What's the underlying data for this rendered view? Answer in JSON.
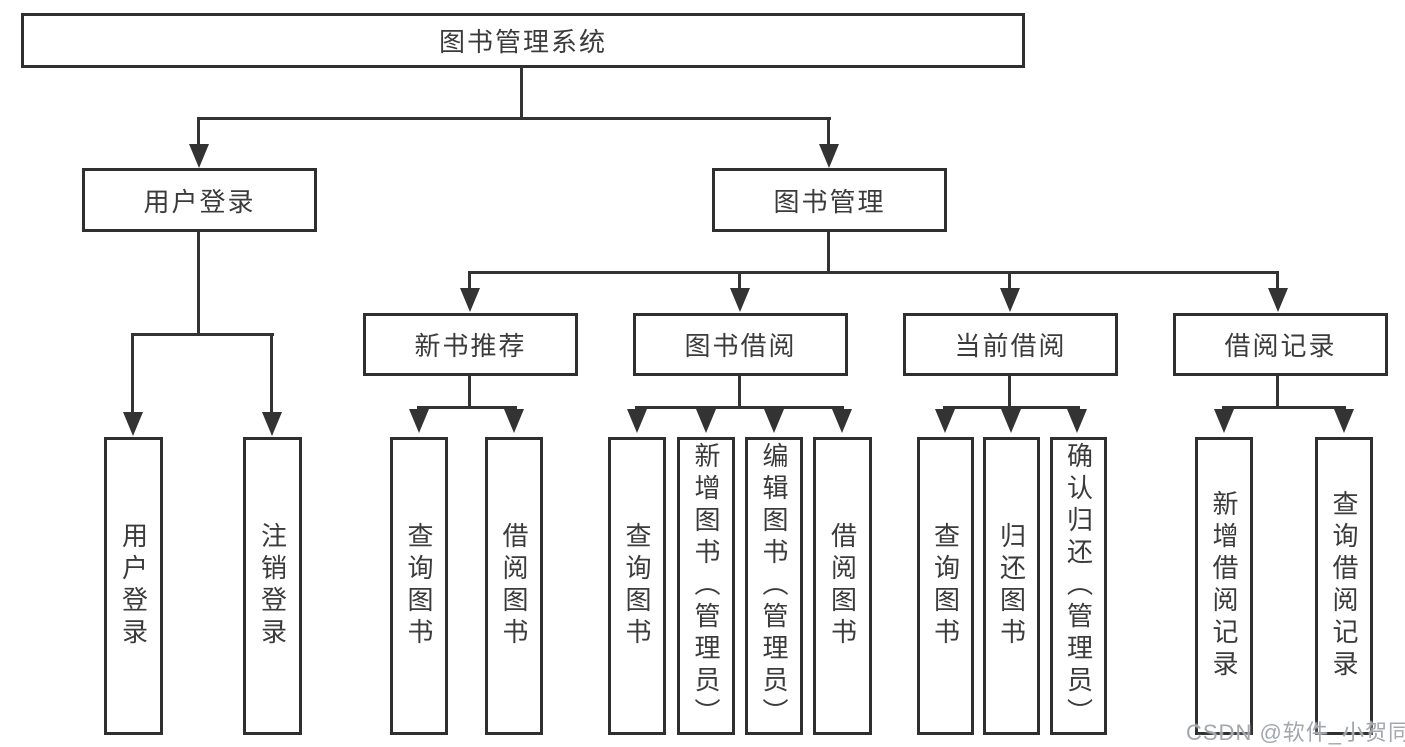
{
  "colors": {
    "line": "#333333",
    "box-border": "#2f2f2f",
    "text": "#3b3b3b",
    "watermark": "#a3a7ae",
    "background": "#ffffff"
  },
  "watermark": "CSDN @软件_小贺同学",
  "nodes": {
    "root": "图书管理系统",
    "user_login": "用户登录",
    "book_mgmt": "图书管理",
    "user_login_leaf": "用户登录",
    "logout_leaf": "注销登录",
    "new_books": "新书推荐",
    "book_borrow": "图书借阅",
    "current_borrow": "当前借阅",
    "borrow_records": "借阅记录",
    "nb_query": "查询图书",
    "nb_borrow": "借阅图书",
    "bb_query": "查询图书",
    "bb_add": "新增图书（管理员）",
    "bb_edit": "编辑图书（管理员）",
    "bb_borrow": "借阅图书",
    "cb_query": "查询图书",
    "cb_return": "归还图书",
    "cb_confirm": "确认归还（管理员）",
    "br_add": "新增借阅记录",
    "br_query": "查询借阅记录"
  }
}
